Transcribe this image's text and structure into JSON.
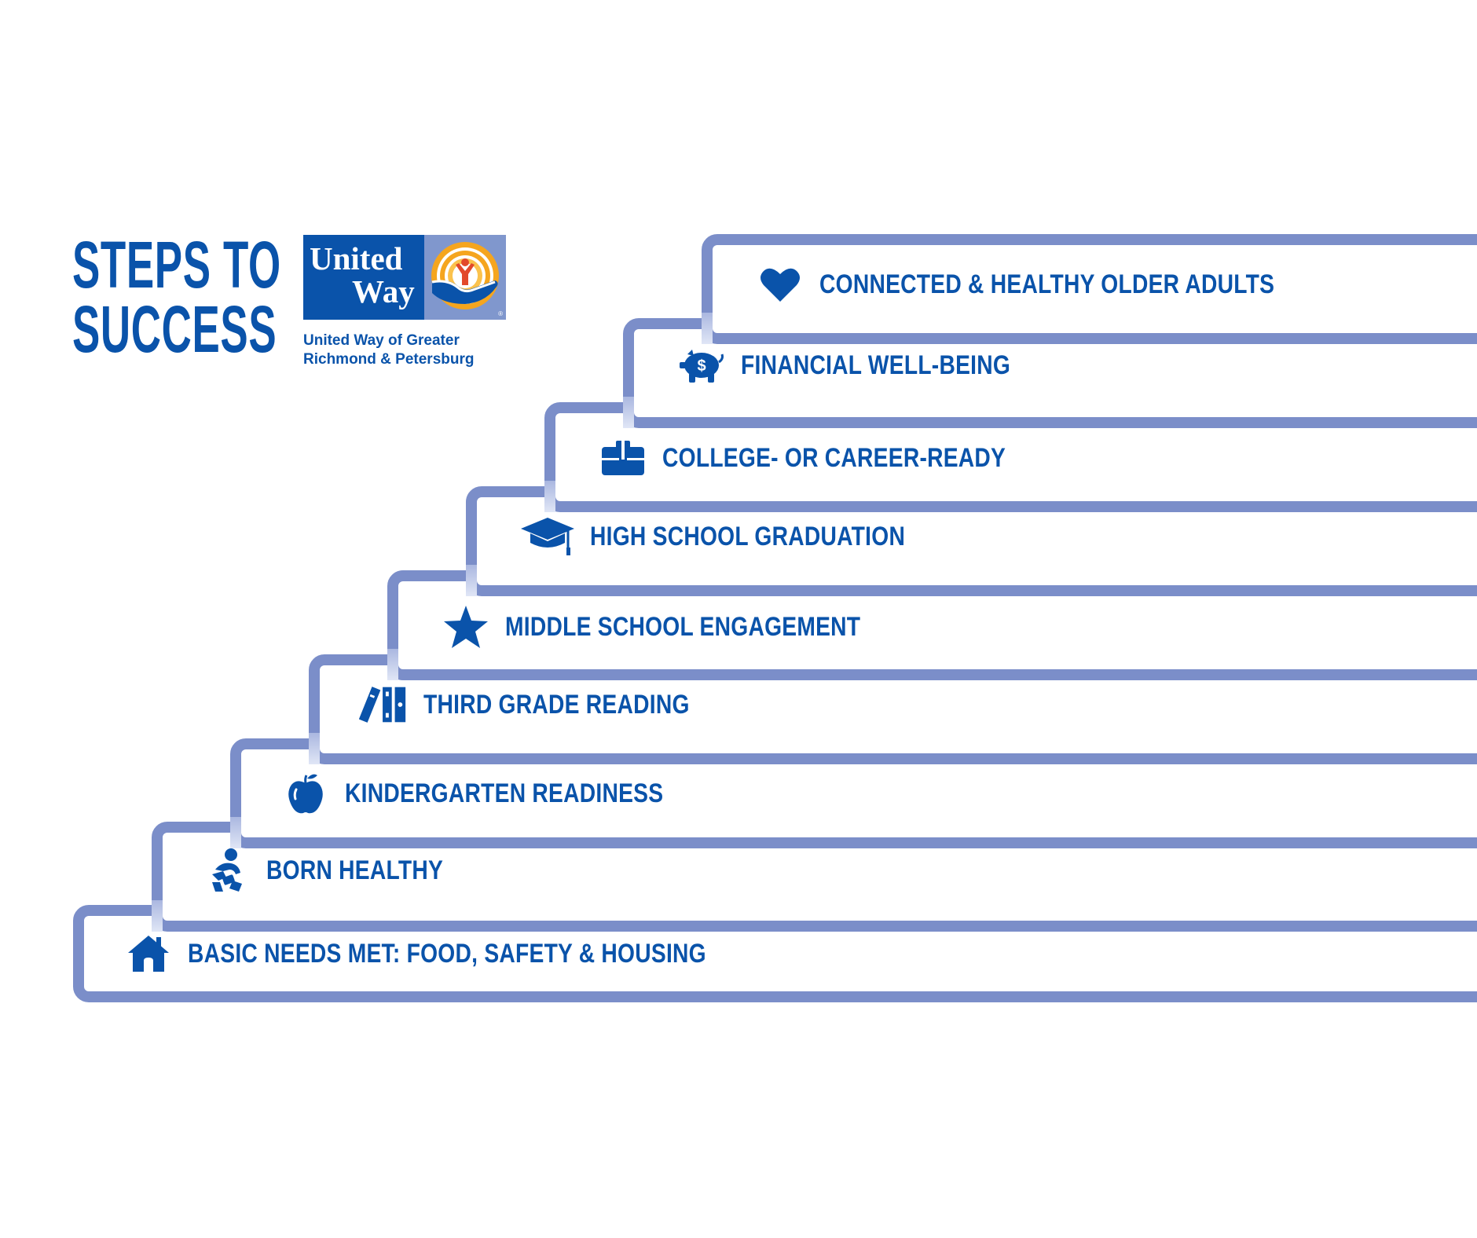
{
  "title": {
    "line1": "STEPS TO",
    "line2": "SUCCESS"
  },
  "logo": {
    "word1": "United",
    "word2": "Way",
    "registered": "®",
    "emblem_icon": "hand-sun-person-emblem"
  },
  "organization": {
    "line1": "United Way of Greater",
    "line2": "Richmond & Petersburg"
  },
  "colors": {
    "brand_blue": "#0a53aa",
    "step_outline": "#7b8ec9",
    "emblem_panel": "#8097cd",
    "sun_orange": "#f5a51e",
    "sun_red": "#e2492b"
  },
  "steps": [
    {
      "label": "CONNECTED & HEALTHY OLDER ADULTS",
      "icon": "heart-icon"
    },
    {
      "label": "FINANCIAL WELL-BEING",
      "icon": "piggy-bank-icon"
    },
    {
      "label": "COLLEGE- OR CAREER-READY",
      "icon": "briefcase-icon"
    },
    {
      "label": "HIGH SCHOOL GRADUATION",
      "icon": "graduation-cap-icon"
    },
    {
      "label": "MIDDLE SCHOOL ENGAGEMENT",
      "icon": "star-icon"
    },
    {
      "label": "THIRD GRADE READING",
      "icon": "books-icon"
    },
    {
      "label": "KINDERGARTEN READINESS",
      "icon": "apple-icon"
    },
    {
      "label": "BORN HEALTHY",
      "icon": "baby-icon"
    },
    {
      "label": "BASIC NEEDS MET: FOOD, SAFETY & HOUSING",
      "icon": "house-icon"
    }
  ]
}
